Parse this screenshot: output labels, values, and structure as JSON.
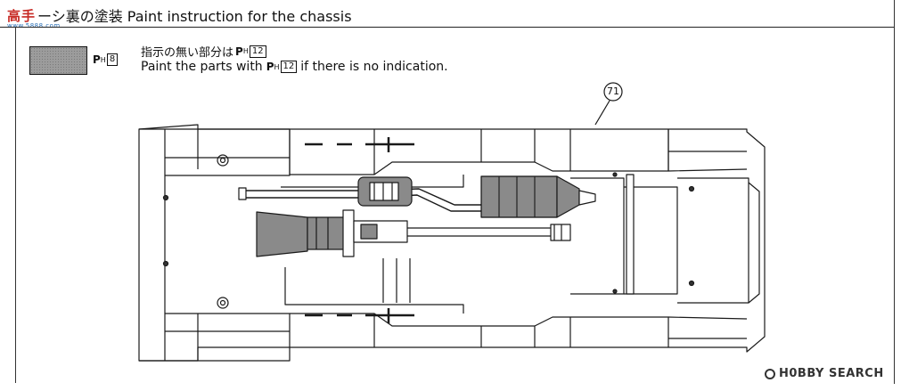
{
  "header": {
    "watermark": "高手",
    "watermark_sub": "www.5888.com",
    "title": "ーシ裏の塗装 Paint instruction for the chassis"
  },
  "legend": {
    "swatch_color": "#9c9c9c",
    "swatch_code_prefix": "P",
    "swatch_code_sub": "H",
    "swatch_code_num": "8"
  },
  "instructions": {
    "jp_text": "指示の無い部分は",
    "en_text_before": "Paint the parts with",
    "en_text_after": "if there is no indication.",
    "code_prefix": "P",
    "code_sub": "H",
    "code_num": "12"
  },
  "diagram": {
    "part_number": "71"
  },
  "footer": {
    "logo_text": "H0BBY SEARCH"
  }
}
